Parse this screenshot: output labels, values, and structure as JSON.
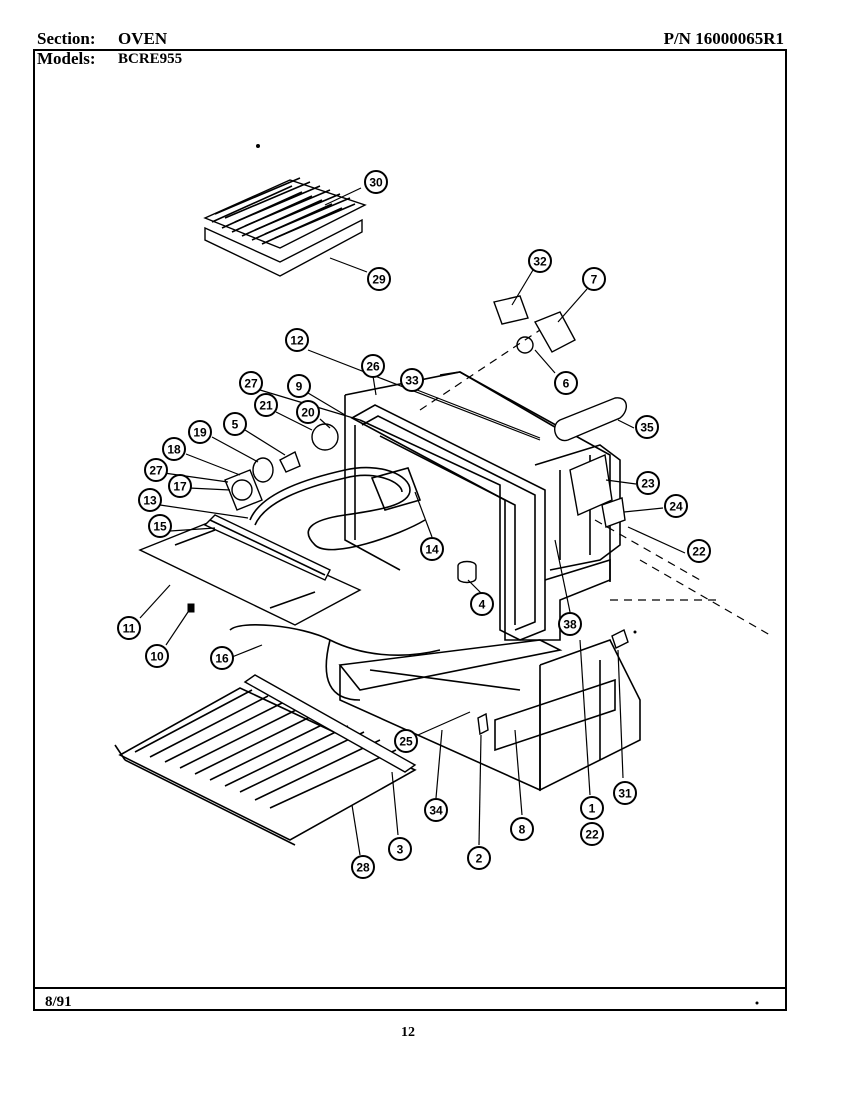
{
  "header": {
    "section_label": "Section:",
    "section_value": "OVEN",
    "models_label": "Models:",
    "models_value": "BCRE955",
    "part_number": "P/N 16000065R1"
  },
  "footer": {
    "date": "8/91",
    "page_number": "12"
  },
  "callouts": [
    "30",
    "29",
    "32",
    "7",
    "6",
    "12",
    "26",
    "33",
    "35",
    "27",
    "9",
    "21",
    "20",
    "5",
    "19",
    "18",
    "27",
    "17",
    "13",
    "15",
    "14",
    "23",
    "24",
    "22",
    "4",
    "11",
    "10",
    "16",
    "38",
    "25",
    "34",
    "8",
    "2",
    "3",
    "28",
    "1",
    "22",
    "31"
  ]
}
